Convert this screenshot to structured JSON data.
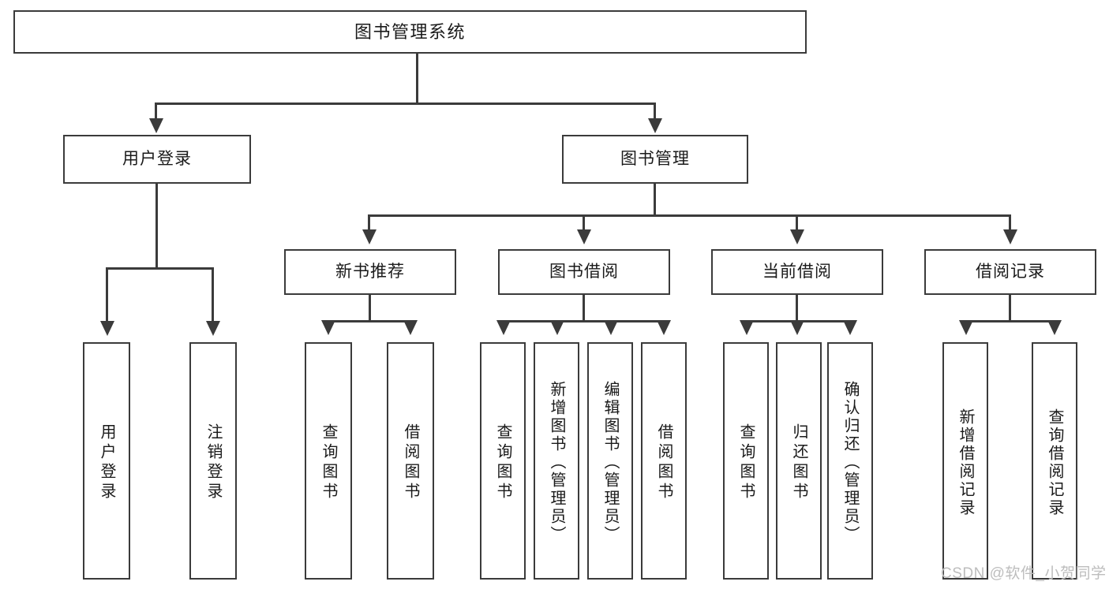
{
  "diagram": {
    "title": "图书管理系统",
    "type": "tree-hierarchy-diagram",
    "colors": {
      "background": "#ffffff",
      "box_fill": "#ffffff",
      "box_border": "#3b3b3b",
      "text": "#1a1a1a",
      "connector": "#3b3b3b",
      "watermark": "#bdbdbd"
    },
    "root": {
      "label": "图书管理系统"
    },
    "level2": [
      {
        "label": "用户登录"
      },
      {
        "label": "图书管理"
      }
    ],
    "level3": [
      {
        "label": "新书推荐"
      },
      {
        "label": "图书借阅"
      },
      {
        "label": "当前借阅"
      },
      {
        "label": "借阅记录"
      }
    ],
    "leaves": {
      "user_login": [
        {
          "label": "用户登录"
        },
        {
          "label": "注销登录"
        }
      ],
      "new_book_recommend": [
        {
          "label": "查询图书"
        },
        {
          "label": "借阅图书"
        }
      ],
      "book_borrow": [
        {
          "label": "查询图书"
        },
        {
          "label": "新增图书（管理员）"
        },
        {
          "label": "编辑图书（管理员）"
        },
        {
          "label": "借阅图书"
        }
      ],
      "current_borrow": [
        {
          "label": "查询图书"
        },
        {
          "label": "归还图书"
        },
        {
          "label": "确认归还（管理员）"
        }
      ],
      "borrow_record": [
        {
          "label": "新增借阅记录"
        },
        {
          "label": "查询借阅记录"
        }
      ]
    },
    "watermark": "CSDN @软件_小贺同学"
  }
}
